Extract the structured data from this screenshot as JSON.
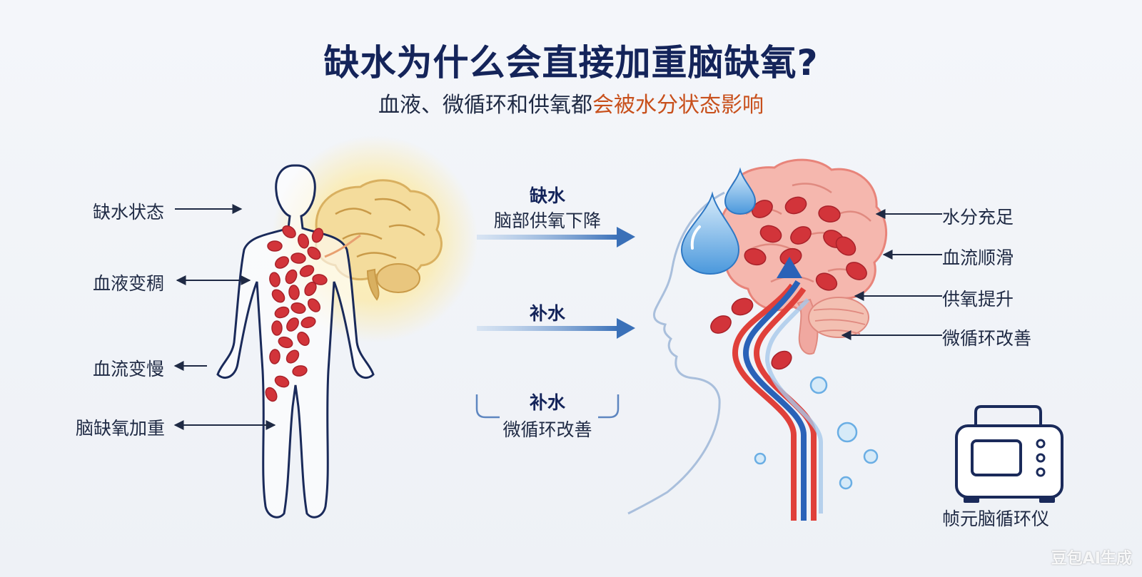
{
  "header": {
    "title": "缺水为什么会直接加重脑缺氧?",
    "subtitle_plain": "血液、微循环和供氧都",
    "subtitle_highlight": "会被水分状态影响"
  },
  "left_labels": {
    "dehydration": "缺水状态",
    "thick_blood": "血液变稠",
    "slow_flow": "血流变慢",
    "hypoxia": "脑缺氧加重"
  },
  "flows": {
    "f1_title": "缺水",
    "f1_sub": "脑部供氧下降",
    "f2_title": "补水",
    "f3_title": "补水",
    "f3_sub": "微循环改善"
  },
  "right_labels": {
    "water": "水分充足",
    "smooth": "血流顺滑",
    "oxygen": "供氧提升",
    "micro": "微循环改善"
  },
  "device": {
    "label": "帧元脑循环仪"
  },
  "watermark": "豆包AI生成",
  "colors": {
    "title": "#14245a",
    "highlight": "#c8501c",
    "blood": "#d2343a",
    "vessel_red": "#e0403a",
    "vessel_blue": "#2a62b8",
    "arrow": "#3a70b8",
    "brain_left": "#f3d99a",
    "brain_right": "#f0a8a0",
    "water": "#6aaee4"
  }
}
